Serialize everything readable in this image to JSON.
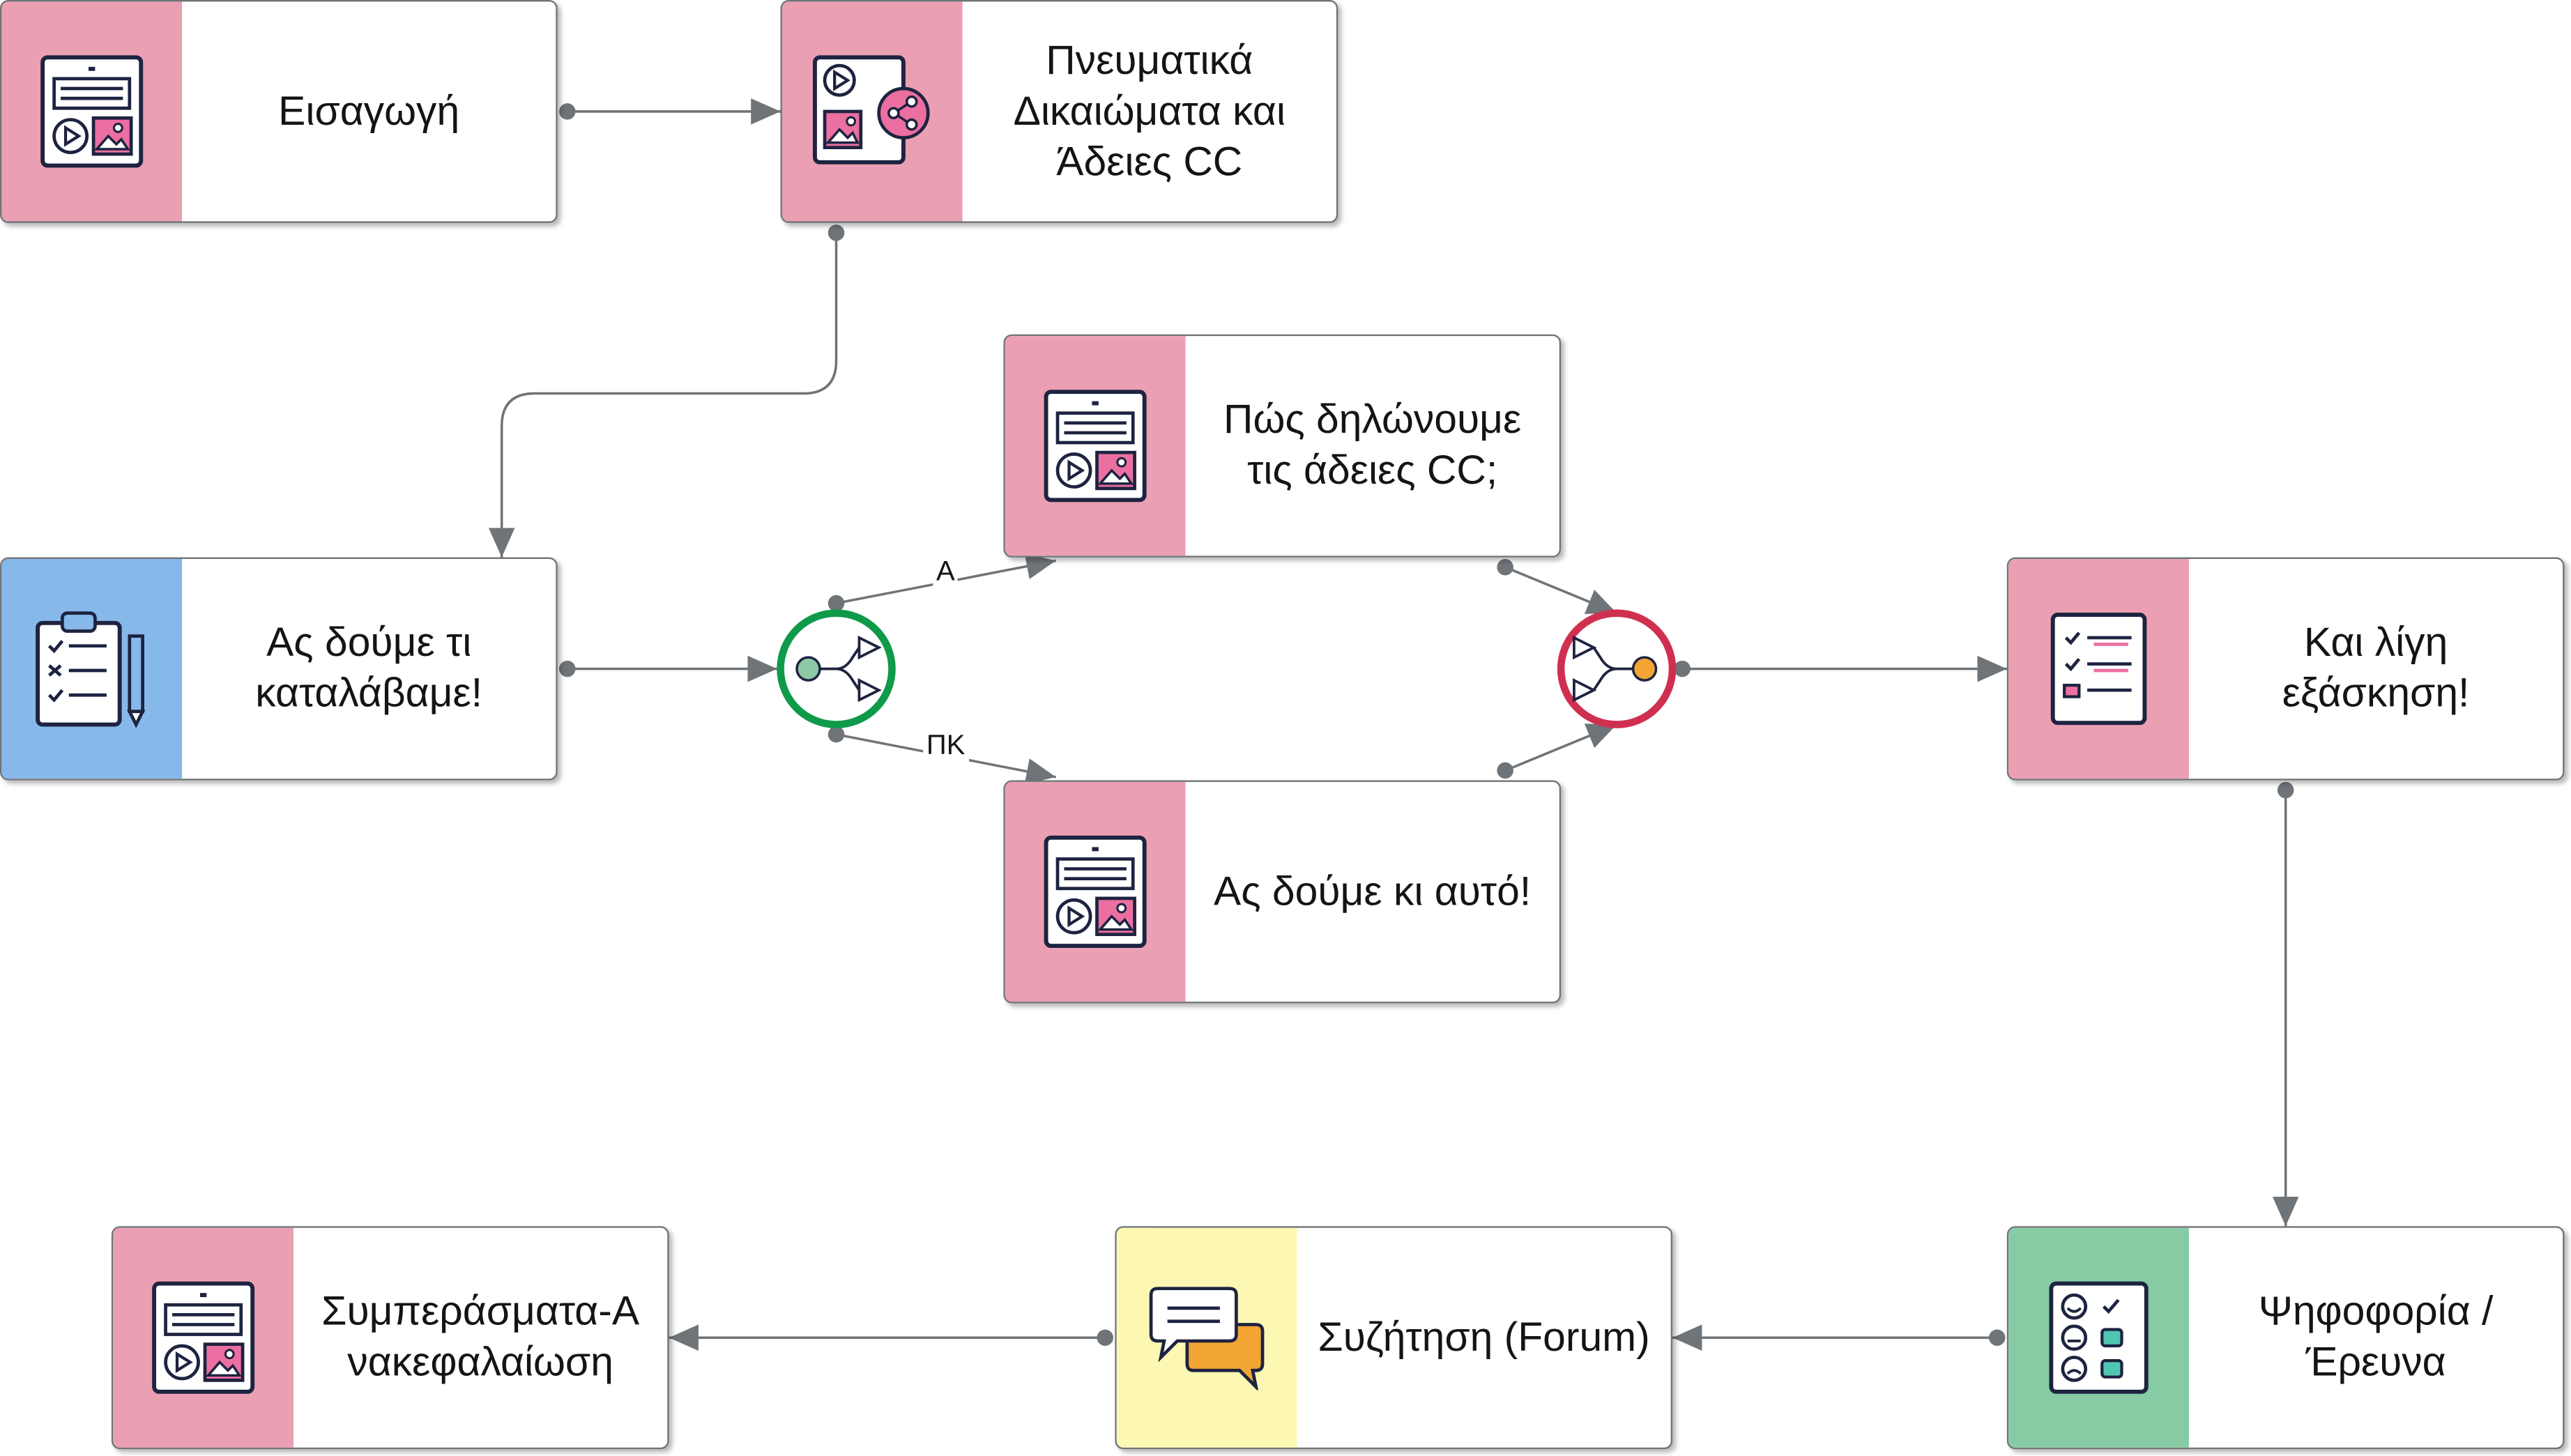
{
  "colors": {
    "resource_pink": "#eb9fb2",
    "quiz_blue": "#87b8ea",
    "forum_yellow": "#fcf8b4",
    "poll_green": "#86cba4",
    "connector": "#6f7478",
    "branch_green": "#0f9a4a",
    "merge_red": "#d03050"
  },
  "nodes": {
    "intro": {
      "label": "Εισαγωγή",
      "icon": "page-media-icon"
    },
    "copyright": {
      "label": "Πνευματικά Δικαιώματα και Άδειες CC",
      "icon": "share-media-icon"
    },
    "quiz": {
      "label": "Ας δούμε τι καταλάβαμε!",
      "icon": "clipboard-checklist-icon"
    },
    "how_to": {
      "label": "Πώς δηλώνουμε τις άδειες CC;",
      "icon": "page-media-icon"
    },
    "see_this": {
      "label": "Ας δούμε κι αυτό!",
      "icon": "page-media-icon"
    },
    "exercise": {
      "label": "Και λίγη εξάσκηση!",
      "icon": "checklist-icon"
    },
    "poll": {
      "label": "Ψηφοφορία / Έρευνα",
      "icon": "survey-faces-icon"
    },
    "forum": {
      "label": "Συζήτηση (Forum)",
      "icon": "speech-bubbles-icon"
    },
    "conclusions": {
      "label": "Συμπεράσματα-Ανακεφαλαίωση",
      "icon": "page-media-icon"
    }
  },
  "edge_labels": {
    "branch_a": "Α",
    "branch_pk": "ΠΚ"
  },
  "gates": {
    "branch": "branch-gate-icon",
    "merge": "merge-gate-icon"
  }
}
